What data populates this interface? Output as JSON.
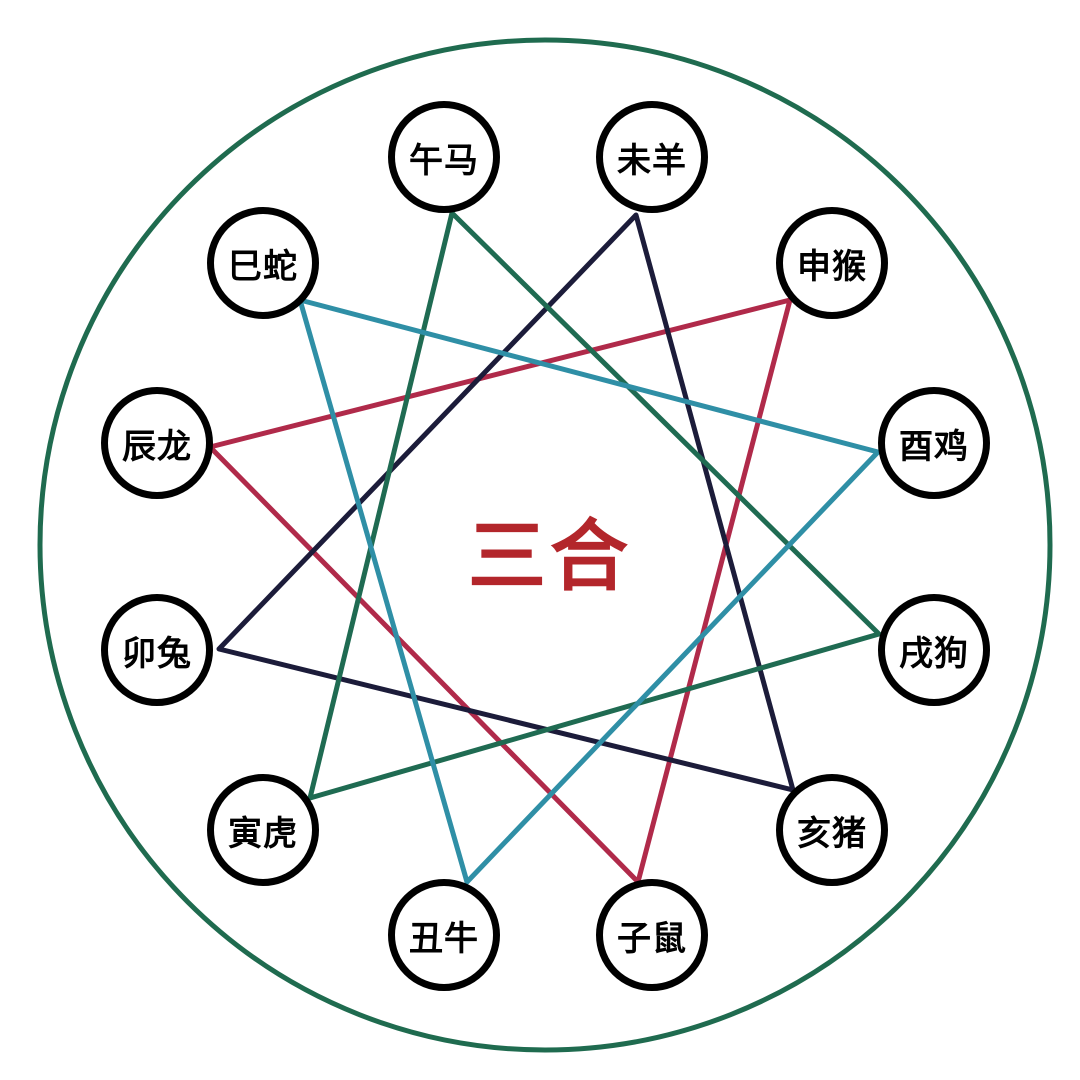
{
  "title": "三合",
  "nodes": {
    "wu": "午马",
    "wei": "未羊",
    "si": "巳蛇",
    "shen": "申猴",
    "chen": "辰龙",
    "you": "酉鸡",
    "mao": "卯兔",
    "xu": "戌狗",
    "yin": "寅虎",
    "hai": "亥猪",
    "chou": "丑牛",
    "zi": "子鼠"
  },
  "triangles": [
    {
      "members": [
        "申猴",
        "子鼠",
        "辰龙"
      ],
      "color": "#b02a4a"
    },
    {
      "members": [
        "亥猪",
        "卯兔",
        "未羊"
      ],
      "color": "#1c1c3a"
    },
    {
      "members": [
        "寅虎",
        "午马",
        "戌狗"
      ],
      "color": "#1f6b52"
    },
    {
      "members": [
        "巳蛇",
        "酉鸡",
        "丑牛"
      ],
      "color": "#2f8fa6"
    }
  ],
  "colors": {
    "outer_ring": "#1f6b4f",
    "node_border": "#000000",
    "title": "#b3262b"
  }
}
